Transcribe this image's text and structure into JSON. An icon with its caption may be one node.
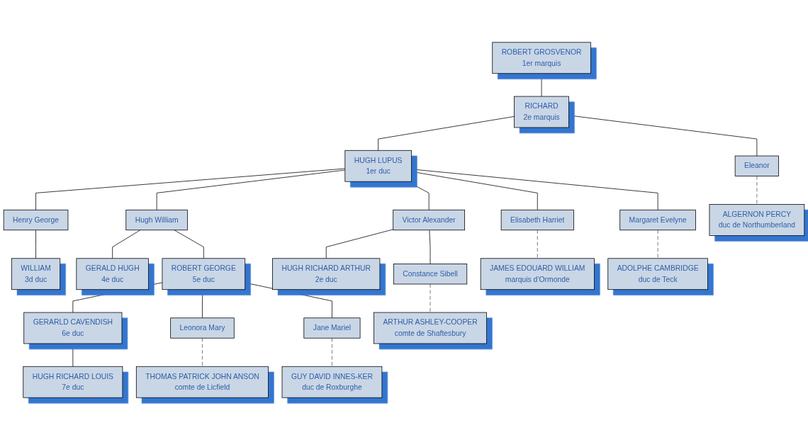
{
  "diagram": {
    "nodes": [
      {
        "text": [
          "ROBERT GROSVENOR",
          "1er marquis"
        ]
      },
      {
        "text": [
          "RICHARD",
          "2e marquis"
        ]
      },
      {
        "text": [
          "HUGH LUPUS",
          "1er duc"
        ]
      },
      {
        "text": [
          "Eleanor"
        ]
      },
      {
        "text": [
          "ALGERNON PERCY",
          "duc de Northumberland"
        ]
      },
      {
        "text": [
          "Henry George"
        ]
      },
      {
        "text": [
          "Hugh William"
        ]
      },
      {
        "text": [
          "Victor Alexander"
        ]
      },
      {
        "text": [
          "Elisabeth Harriet"
        ]
      },
      {
        "text": [
          "JAMES EDOUARD WILLIAM",
          "marquis d’Ormonde"
        ]
      },
      {
        "text": [
          "Margaret Evelyne"
        ]
      },
      {
        "text": [
          "ADOLPHE CAMBRIDGE",
          "duc de Teck"
        ]
      },
      {
        "text": [
          "WILLIAM",
          "3d duc"
        ]
      },
      {
        "text": [
          "GERALD HUGH",
          "4e duc"
        ]
      },
      {
        "text": [
          "ROBERT GEORGE",
          "5e duc"
        ]
      },
      {
        "text": [
          "HUGH RICHARD ARTHUR",
          "2e duc"
        ]
      },
      {
        "text": [
          "Constance Sibell"
        ]
      },
      {
        "text": [
          "ARTHUR ASHLEY-COOPER",
          "comte de Shaftesbury"
        ]
      },
      {
        "text": [
          "GERARLD CAVENDISH",
          "6e duc"
        ]
      },
      {
        "text": [
          "Leonora Mary"
        ]
      },
      {
        "text": [
          "THOMAS PATRICK JOHN ANSON",
          "comte de Licfield"
        ]
      },
      {
        "text": [
          "Jane Mariel"
        ]
      },
      {
        "text": [
          "GUY DAVID INNES-KER",
          "duc de Roxburghe"
        ]
      },
      {
        "text": [
          "HUGH RICHARD LOUIS",
          "7e duc"
        ]
      }
    ],
    "edges": [
      {
        "from": 0,
        "to": 1,
        "arrow": "none"
      },
      {
        "from": 1,
        "to": 2,
        "arrow": "none"
      },
      {
        "from": 1,
        "to": 3,
        "arrow": "none"
      },
      {
        "from": 3,
        "to": 4,
        "arrow": "none",
        "style": "dashed"
      },
      {
        "from": 2,
        "to": 5,
        "arrow": "none"
      },
      {
        "from": 2,
        "to": 6,
        "arrow": "none"
      },
      {
        "from": 2,
        "to": 7,
        "arrow": "none"
      },
      {
        "from": 2,
        "to": 8,
        "arrow": "none"
      },
      {
        "from": 2,
        "to": 10,
        "arrow": "none"
      },
      {
        "from": 8,
        "to": 9,
        "arrow": "none",
        "style": "dashed"
      },
      {
        "from": 10,
        "to": 11,
        "arrow": "none",
        "style": "dashed"
      },
      {
        "from": 5,
        "to": 12,
        "arrow": "none"
      },
      {
        "from": 6,
        "to": 13,
        "arrow": "none"
      },
      {
        "from": 6,
        "to": 14,
        "arrow": "none"
      },
      {
        "from": 7,
        "to": 15,
        "arrow": "none"
      },
      {
        "from": 7,
        "to": 16,
        "arrow": "none"
      },
      {
        "from": 16,
        "to": 17,
        "arrow": "none",
        "style": "dashed"
      },
      {
        "from": 14,
        "to": 18,
        "arrow": "none"
      },
      {
        "from": 14,
        "to": 19,
        "arrow": "none"
      },
      {
        "from": 14,
        "to": 21,
        "arrow": "none"
      },
      {
        "from": 19,
        "to": 20,
        "arrow": "none",
        "style": "dashed"
      },
      {
        "from": 21,
        "to": 22,
        "arrow": "none",
        "style": "dashed"
      },
      {
        "from": 18,
        "to": 23,
        "arrow": "none"
      }
    ]
  }
}
